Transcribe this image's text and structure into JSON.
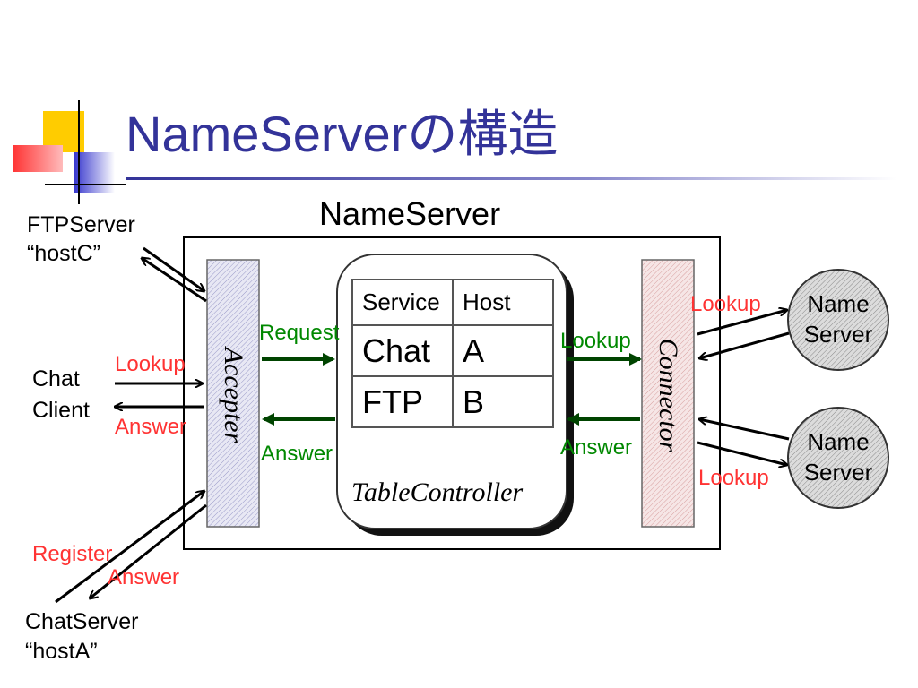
{
  "slide": {
    "title": "NameServerの構造",
    "box_title": "NameServer",
    "accepter_label": "Accepter",
    "connector_label": "Connector",
    "table_controller_label": "TableController"
  },
  "table": {
    "headers": [
      "Service",
      "Host"
    ],
    "rows": [
      [
        "Chat",
        "A"
      ],
      [
        "FTP",
        "B"
      ]
    ]
  },
  "external": {
    "ftp_server_line1": "FTPServer",
    "ftp_server_line2": "“hostC”",
    "chat_client_line1": "Chat",
    "chat_client_line2": "Client",
    "chat_server_line1": "ChatServer",
    "chat_server_line2": "“hostA”",
    "name_server_1_line1": "Name",
    "name_server_1_line2": "Server",
    "name_server_2_line1": "Name",
    "name_server_2_line2": "Server"
  },
  "messages": {
    "lookup_left": "Lookup",
    "answer_left": "Answer",
    "request": "Request",
    "answer_inner": "Answer",
    "lookup_inner": "Lookup",
    "answer_conn": "Answer",
    "lookup_ns1": "Lookup",
    "lookup_ns2": "Lookup",
    "register": "Register",
    "answer_register": "Answer"
  },
  "colors": {
    "title": "#333399",
    "message_red": "#ff3333",
    "message_green": "#008800",
    "arrow_green": "#004400"
  }
}
